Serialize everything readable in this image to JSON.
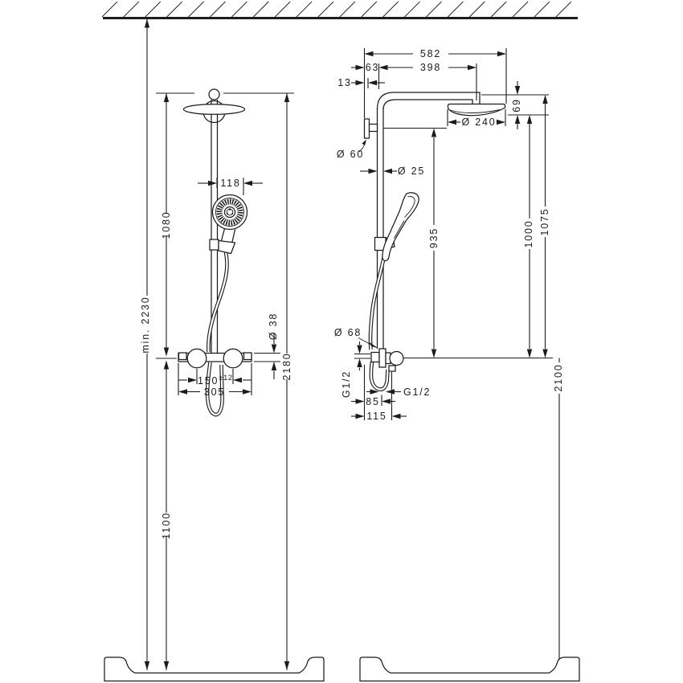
{
  "drawing": {
    "type": "shower-system-installation-dimension-drawing",
    "line_color": "#1c1c1c",
    "background": "#ffffff"
  },
  "front_view": {
    "hand_shower_width": "118",
    "pipe_top_to_valve": "1080",
    "min_install_height": "min. 2230",
    "valve_body_diameter": "Ø 38",
    "pipe_top_to_floor": "2180",
    "connection_centers": "150",
    "connection_tolerance": "±12",
    "valve_overall_width": "305",
    "valve_to_floor": "1100"
  },
  "side_view": {
    "total_projection": "582",
    "wall_to_arm_start": "63",
    "arm_to_head_center": "398",
    "wall_clearance": "13",
    "head_diameter": "Ø 240",
    "head_drop": "69",
    "wall_bracket_diameter": "Ø 60",
    "pipe_diameter": "Ø 25",
    "bracket_to_valve": "935",
    "head_bottom_to_valve": "1000",
    "arm_top_to_valve": "1075",
    "escutcheon_diameter": "Ø 68",
    "supply_thread": "G1/2",
    "hose_outlet_thread": "G1/2",
    "wall_to_hose_outlet": "85",
    "wall_to_valve_front": "115",
    "valve_to_floor": "2100"
  }
}
